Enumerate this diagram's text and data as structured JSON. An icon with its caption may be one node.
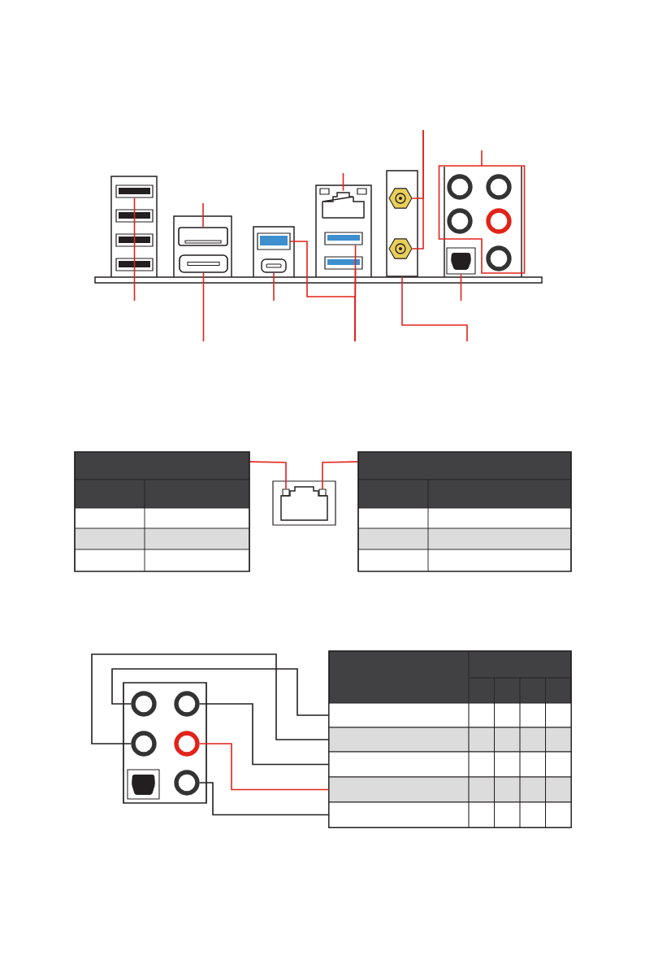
{
  "diagram": {
    "nodes": [
      {
        "text": [],
        "shape": "box"
      },
      {
        "text": [],
        "shape": "box"
      },
      {
        "text": [],
        "shape": "box"
      },
      {
        "text": [],
        "shape": "box"
      },
      {
        "text": [],
        "shape": "box"
      },
      {
        "text": [],
        "shape": "box"
      },
      {
        "text": [],
        "shape": "box"
      },
      {
        "text": [],
        "shape": "box"
      },
      {
        "text": [],
        "shape": "box"
      },
      {
        "text": [],
        "shape": "hexagon",
        "in": 8
      },
      {
        "text": [],
        "shape": "hexagon",
        "in": 8
      },
      {
        "text": [],
        "shape": "box"
      },
      {
        "text": [],
        "shape": "box"
      },
      {
        "text": [],
        "shape": "table"
      },
      {
        "text": [],
        "shape": "box"
      },
      {
        "text": [],
        "shape": "box",
        "in": 14
      },
      {
        "text": [],
        "shape": "box",
        "in": 14
      },
      {
        "text": [],
        "shape": "table"
      },
      {
        "text": [],
        "shape": "box"
      },
      {
        "text": [],
        "shape": "circle",
        "in": 18
      },
      {
        "text": [],
        "shape": "circle",
        "in": 18
      },
      {
        "text": [],
        "shape": "circle",
        "in": 18
      },
      {
        "text": [],
        "shape": "circle",
        "in": 18
      },
      {
        "text": [],
        "shape": "circle",
        "in": 18
      },
      {
        "text": [],
        "shape": "box",
        "in": 18
      },
      {
        "text": [],
        "shape": "table"
      },
      {
        "text": [],
        "shape": "bar",
        "in": 25
      },
      {
        "text": [],
        "shape": "bar",
        "in": 25
      },
      {
        "text": [],
        "shape": "bar",
        "in": 25
      },
      {
        "text": [],
        "shape": "bar",
        "in": 25
      },
      {
        "text": [],
        "shape": "bar",
        "in": 25
      }
    ],
    "edges": [
      {
        "from": null,
        "to": 0,
        "arrow": "none"
      },
      {
        "from": null,
        "to": 1,
        "arrow": "none"
      },
      {
        "from": null,
        "to": 2,
        "arrow": "none"
      },
      {
        "from": null,
        "to": 4,
        "arrow": "none"
      },
      {
        "from": null,
        "to": 3,
        "arrow": "none"
      },
      {
        "from": null,
        "to": 6,
        "arrow": "none"
      },
      {
        "from": null,
        "to": 7,
        "arrow": "none"
      },
      {
        "from": null,
        "to": 5,
        "arrow": "none"
      },
      {
        "from": null,
        "to": 9,
        "arrow": "none"
      },
      {
        "from": null,
        "to": 10,
        "arrow": "none"
      },
      {
        "from": null,
        "to": 11,
        "arrow": "none"
      },
      {
        "from": null,
        "to": 12,
        "arrow": "none"
      },
      {
        "from": null,
        "to": 8,
        "arrow": "none"
      },
      {
        "from": 13,
        "to": 15,
        "arrow": "none"
      },
      {
        "from": 17,
        "to": 16,
        "arrow": "none"
      },
      {
        "from": 19,
        "to": 26,
        "arrow": "none",
        "color": "#231f20"
      },
      {
        "from": 21,
        "to": 27,
        "arrow": "none",
        "color": "#231f20"
      },
      {
        "from": 20,
        "to": 28,
        "arrow": "none",
        "color": "#231f20"
      },
      {
        "from": 22,
        "to": 29,
        "arrow": "none"
      },
      {
        "from": 23,
        "to": 30,
        "arrow": "none",
        "color": "#231f20"
      }
    ]
  }
}
